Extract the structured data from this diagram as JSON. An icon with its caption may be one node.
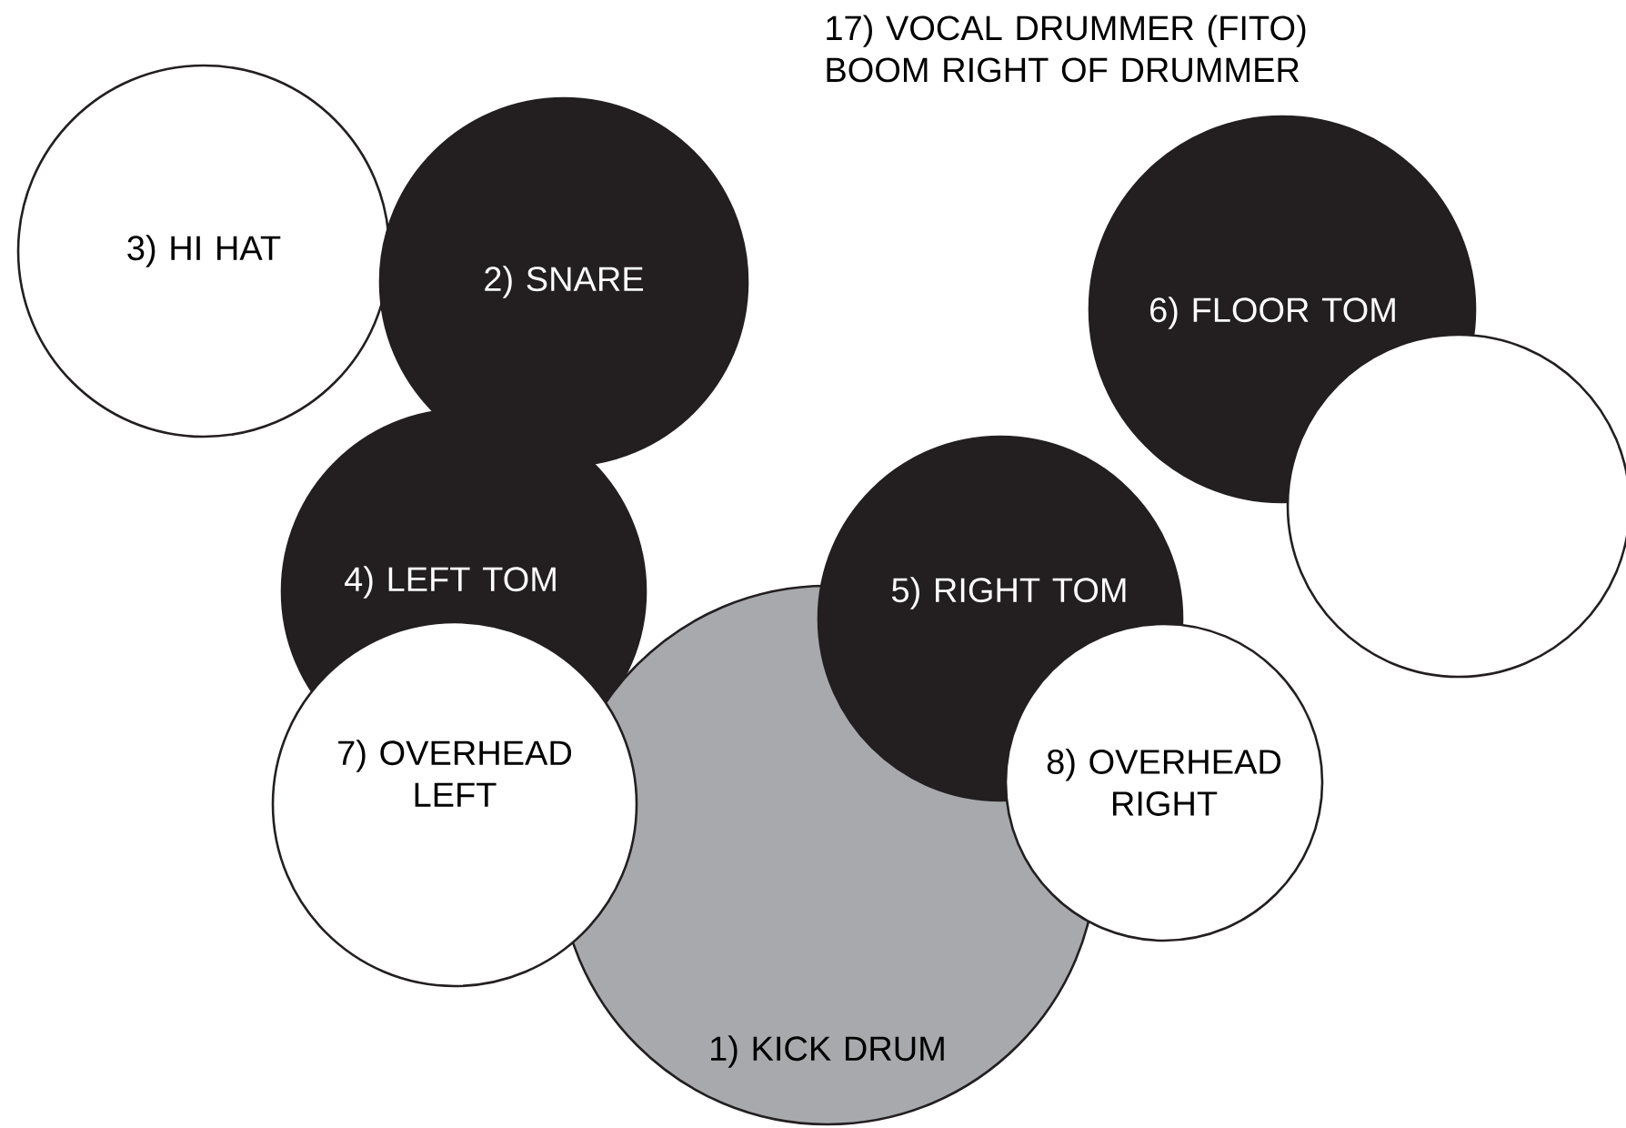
{
  "diagram": {
    "nodes": [
      {
        "text": [
          "3) HI HAT"
        ]
      },
      {
        "text": [
          "2) SNARE"
        ]
      },
      {
        "text": [
          "6) FLOOR TOM"
        ]
      },
      {
        "text": [],
        "shape": "circle"
      },
      {
        "text": [
          "4) LEFT TOM"
        ]
      },
      {
        "text": [
          "1) KICK DRUM"
        ]
      },
      {
        "text": [
          "5) RIGHT TOM"
        ]
      },
      {
        "text": [
          "7) OVERHEAD LEFT"
        ]
      },
      {
        "text": [
          "8) OVERHEAD RIGHT"
        ]
      }
    ],
    "labels": [
      "17) VOCAL DRUMMER (FITO) BOOM RIGHT OF DRUMMER"
    ]
  }
}
